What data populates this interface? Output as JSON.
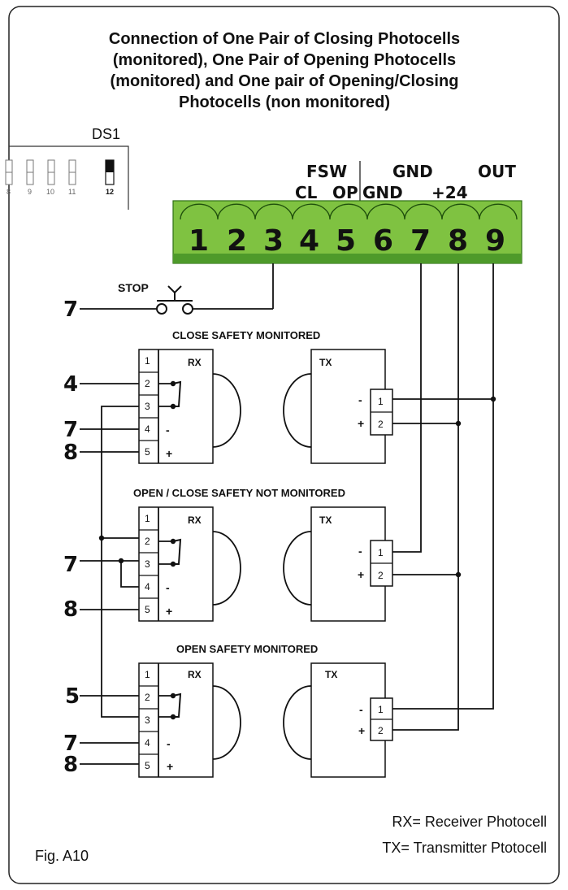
{
  "title": [
    "Connection of One Pair of Closing Photocells",
    "(monitored), One Pair of Opening Photocells",
    "(monitored) and One pair of Opening/Closing",
    "Photocells (non monitored)"
  ],
  "dip_switch": {
    "label": "DS1",
    "numbers": [
      "8",
      "9",
      "10",
      "11",
      "12"
    ],
    "active": "12"
  },
  "terminal_labels": {
    "fsw": "FSW",
    "cl": "CL",
    "op": "OP",
    "gnd_a": "GND",
    "gnd_b": "GND",
    "plus24": "+24",
    "out": "OUT"
  },
  "terminal_numbers": [
    "1",
    "2",
    "3",
    "4",
    "5",
    "6",
    "7",
    "8",
    "9"
  ],
  "stop": {
    "label": "STOP",
    "side": "7"
  },
  "sections": [
    {
      "title": "CLOSE SAFETY MONITORED",
      "rx_pins": [
        "1",
        "2",
        "3",
        "4",
        "5"
      ],
      "side_numbers": {
        "pin2": "4",
        "pin4": "7",
        "pin5": "8"
      },
      "rx_label": "RX",
      "tx_label": "TX",
      "tx_pins": [
        "1",
        "2"
      ],
      "minus": "-",
      "plus": "+"
    },
    {
      "title": "OPEN / CLOSE SAFETY NOT MONITORED",
      "rx_pins": [
        "1",
        "2",
        "3",
        "4",
        "5"
      ],
      "side_numbers": {
        "pin3": "7",
        "pin5": "8"
      },
      "rx_label": "RX",
      "tx_label": "TX",
      "tx_pins": [
        "1",
        "2"
      ],
      "minus": "-",
      "plus": "+"
    },
    {
      "title": "OPEN SAFETY MONITORED",
      "rx_pins": [
        "1",
        "2",
        "3",
        "4",
        "5"
      ],
      "side_numbers": {
        "pin2": "5",
        "pin4": "7",
        "pin5": "8"
      },
      "rx_label": "RX",
      "tx_label": "TX",
      "tx_pins": [
        "1",
        "2"
      ],
      "minus": "-",
      "plus": "+"
    }
  ],
  "legend": [
    "RX= Receiver Photocell",
    "TX= Transmitter Ptotocell"
  ],
  "figure_label": "Fig. A10",
  "colors": {
    "terminal_green": "#7fc241",
    "terminal_dark": "#4e9a2a",
    "line": "#111111"
  }
}
